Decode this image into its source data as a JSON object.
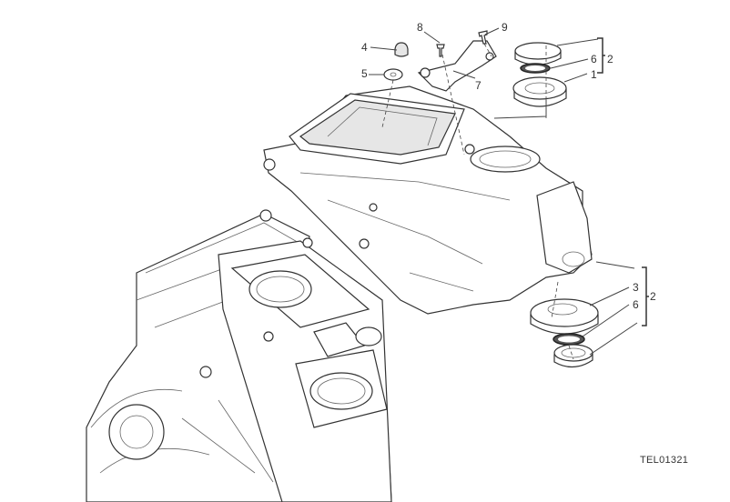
{
  "diagram": {
    "callouts": [
      {
        "id": "c8",
        "label": "8"
      },
      {
        "id": "c9",
        "label": "9"
      },
      {
        "id": "c4",
        "label": "4"
      },
      {
        "id": "c5",
        "label": "5"
      },
      {
        "id": "c7",
        "label": "7"
      },
      {
        "id": "c6a",
        "label": "6"
      },
      {
        "id": "c2a",
        "label": "2"
      },
      {
        "id": "c1",
        "label": "1"
      },
      {
        "id": "c3",
        "label": "3"
      },
      {
        "id": "c2b",
        "label": "2"
      },
      {
        "id": "c6b",
        "label": "6"
      }
    ],
    "drawing_code": "TEL01321"
  }
}
